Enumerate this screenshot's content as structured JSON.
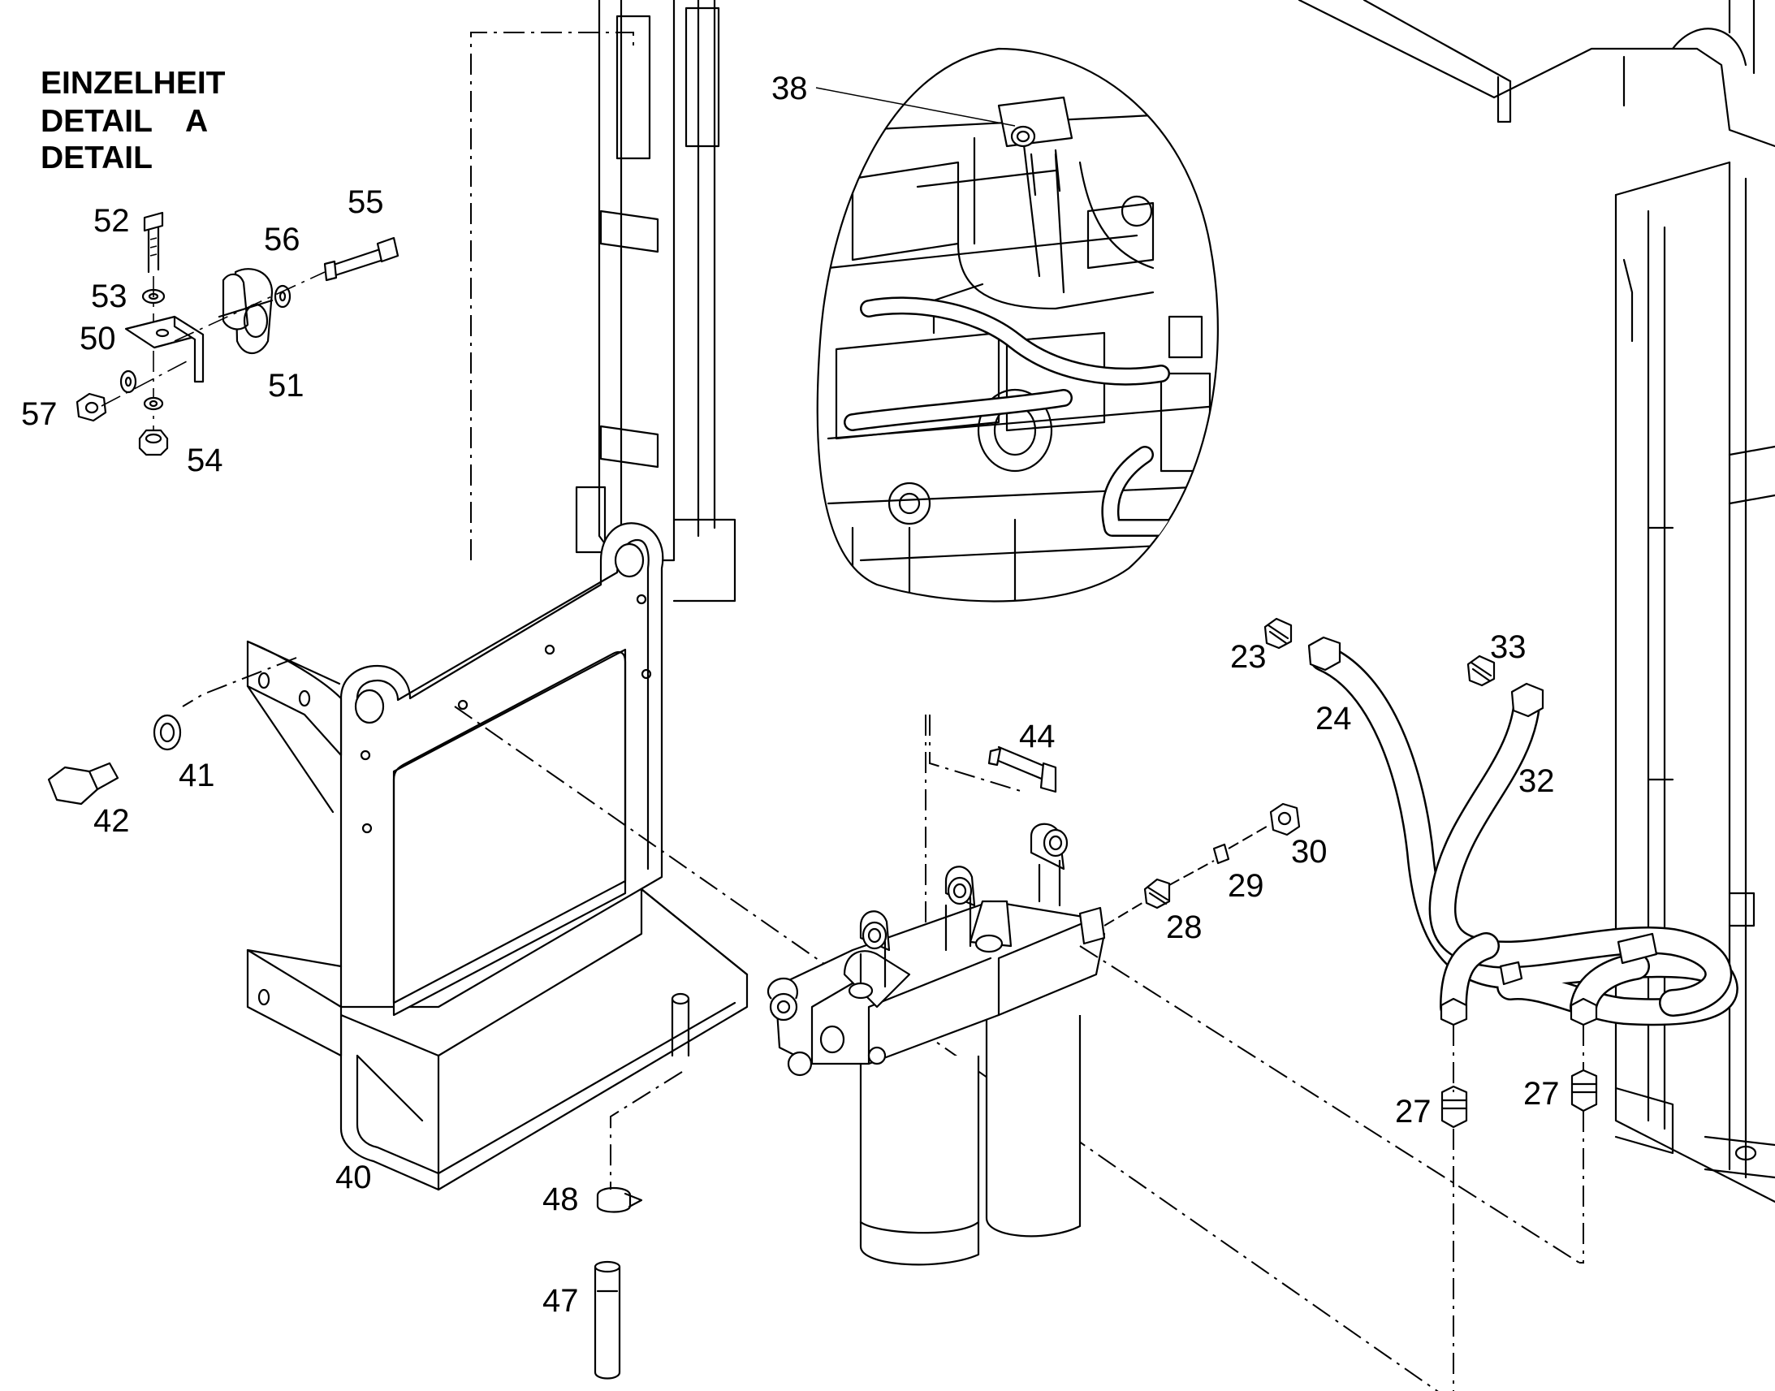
{
  "title": {
    "line1": "EINZELHEIT",
    "line2": "DETAIL",
    "line2_tag": "A",
    "line3": "DETAIL"
  },
  "callouts": {
    "c38": "38",
    "c52": "52",
    "c55": "55",
    "c56": "56",
    "c53": "53",
    "c50": "50",
    "c51": "51",
    "c57": "57",
    "c54": "54",
    "c23": "23",
    "c33": "33",
    "c24": "24",
    "c32": "32",
    "c41": "41",
    "c42": "42",
    "c44": "44",
    "c30": "30",
    "c29": "29",
    "c28": "28",
    "c27a": "27",
    "c27b": "27",
    "c40": "40",
    "c48": "48",
    "c47": "47"
  }
}
